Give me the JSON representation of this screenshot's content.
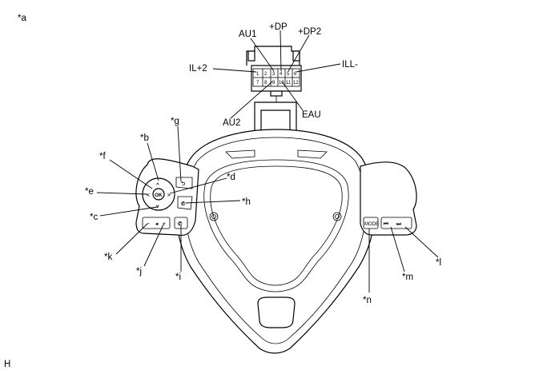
{
  "figure_label": "*a",
  "footer_mark": "H",
  "connector": {
    "pins_top": [
      "1",
      "2",
      "3",
      "4",
      "5",
      "6"
    ],
    "pins_bottom": [
      "7",
      "8",
      "9",
      "10",
      "11",
      "12"
    ],
    "terminals": {
      "au1": "AU1",
      "dp": "+DP",
      "dp2": "+DP2",
      "il2": "IL+2",
      "ill": "ILL-",
      "au2": "AU2",
      "eau": "EAU"
    }
  },
  "callouts": {
    "b": "*b",
    "c": "*c",
    "d": "*d",
    "e": "*e",
    "f": "*f",
    "g": "*g",
    "h": "*h",
    "i": "*i",
    "j": "*j",
    "k": "*k",
    "l": "*l",
    "m": "*m",
    "n": "*n"
  },
  "switch_icons": {
    "ok": "OK",
    "mode": "MODE",
    "back": "⮌",
    "phone": "✆",
    "vol_minus": "−",
    "vol_plus": "+",
    "vol_sym": "◂",
    "voice": "✆",
    "prev": "⏮",
    "next": "⏭",
    "up": "^",
    "down": "v",
    "left": "<",
    "right": ">"
  }
}
